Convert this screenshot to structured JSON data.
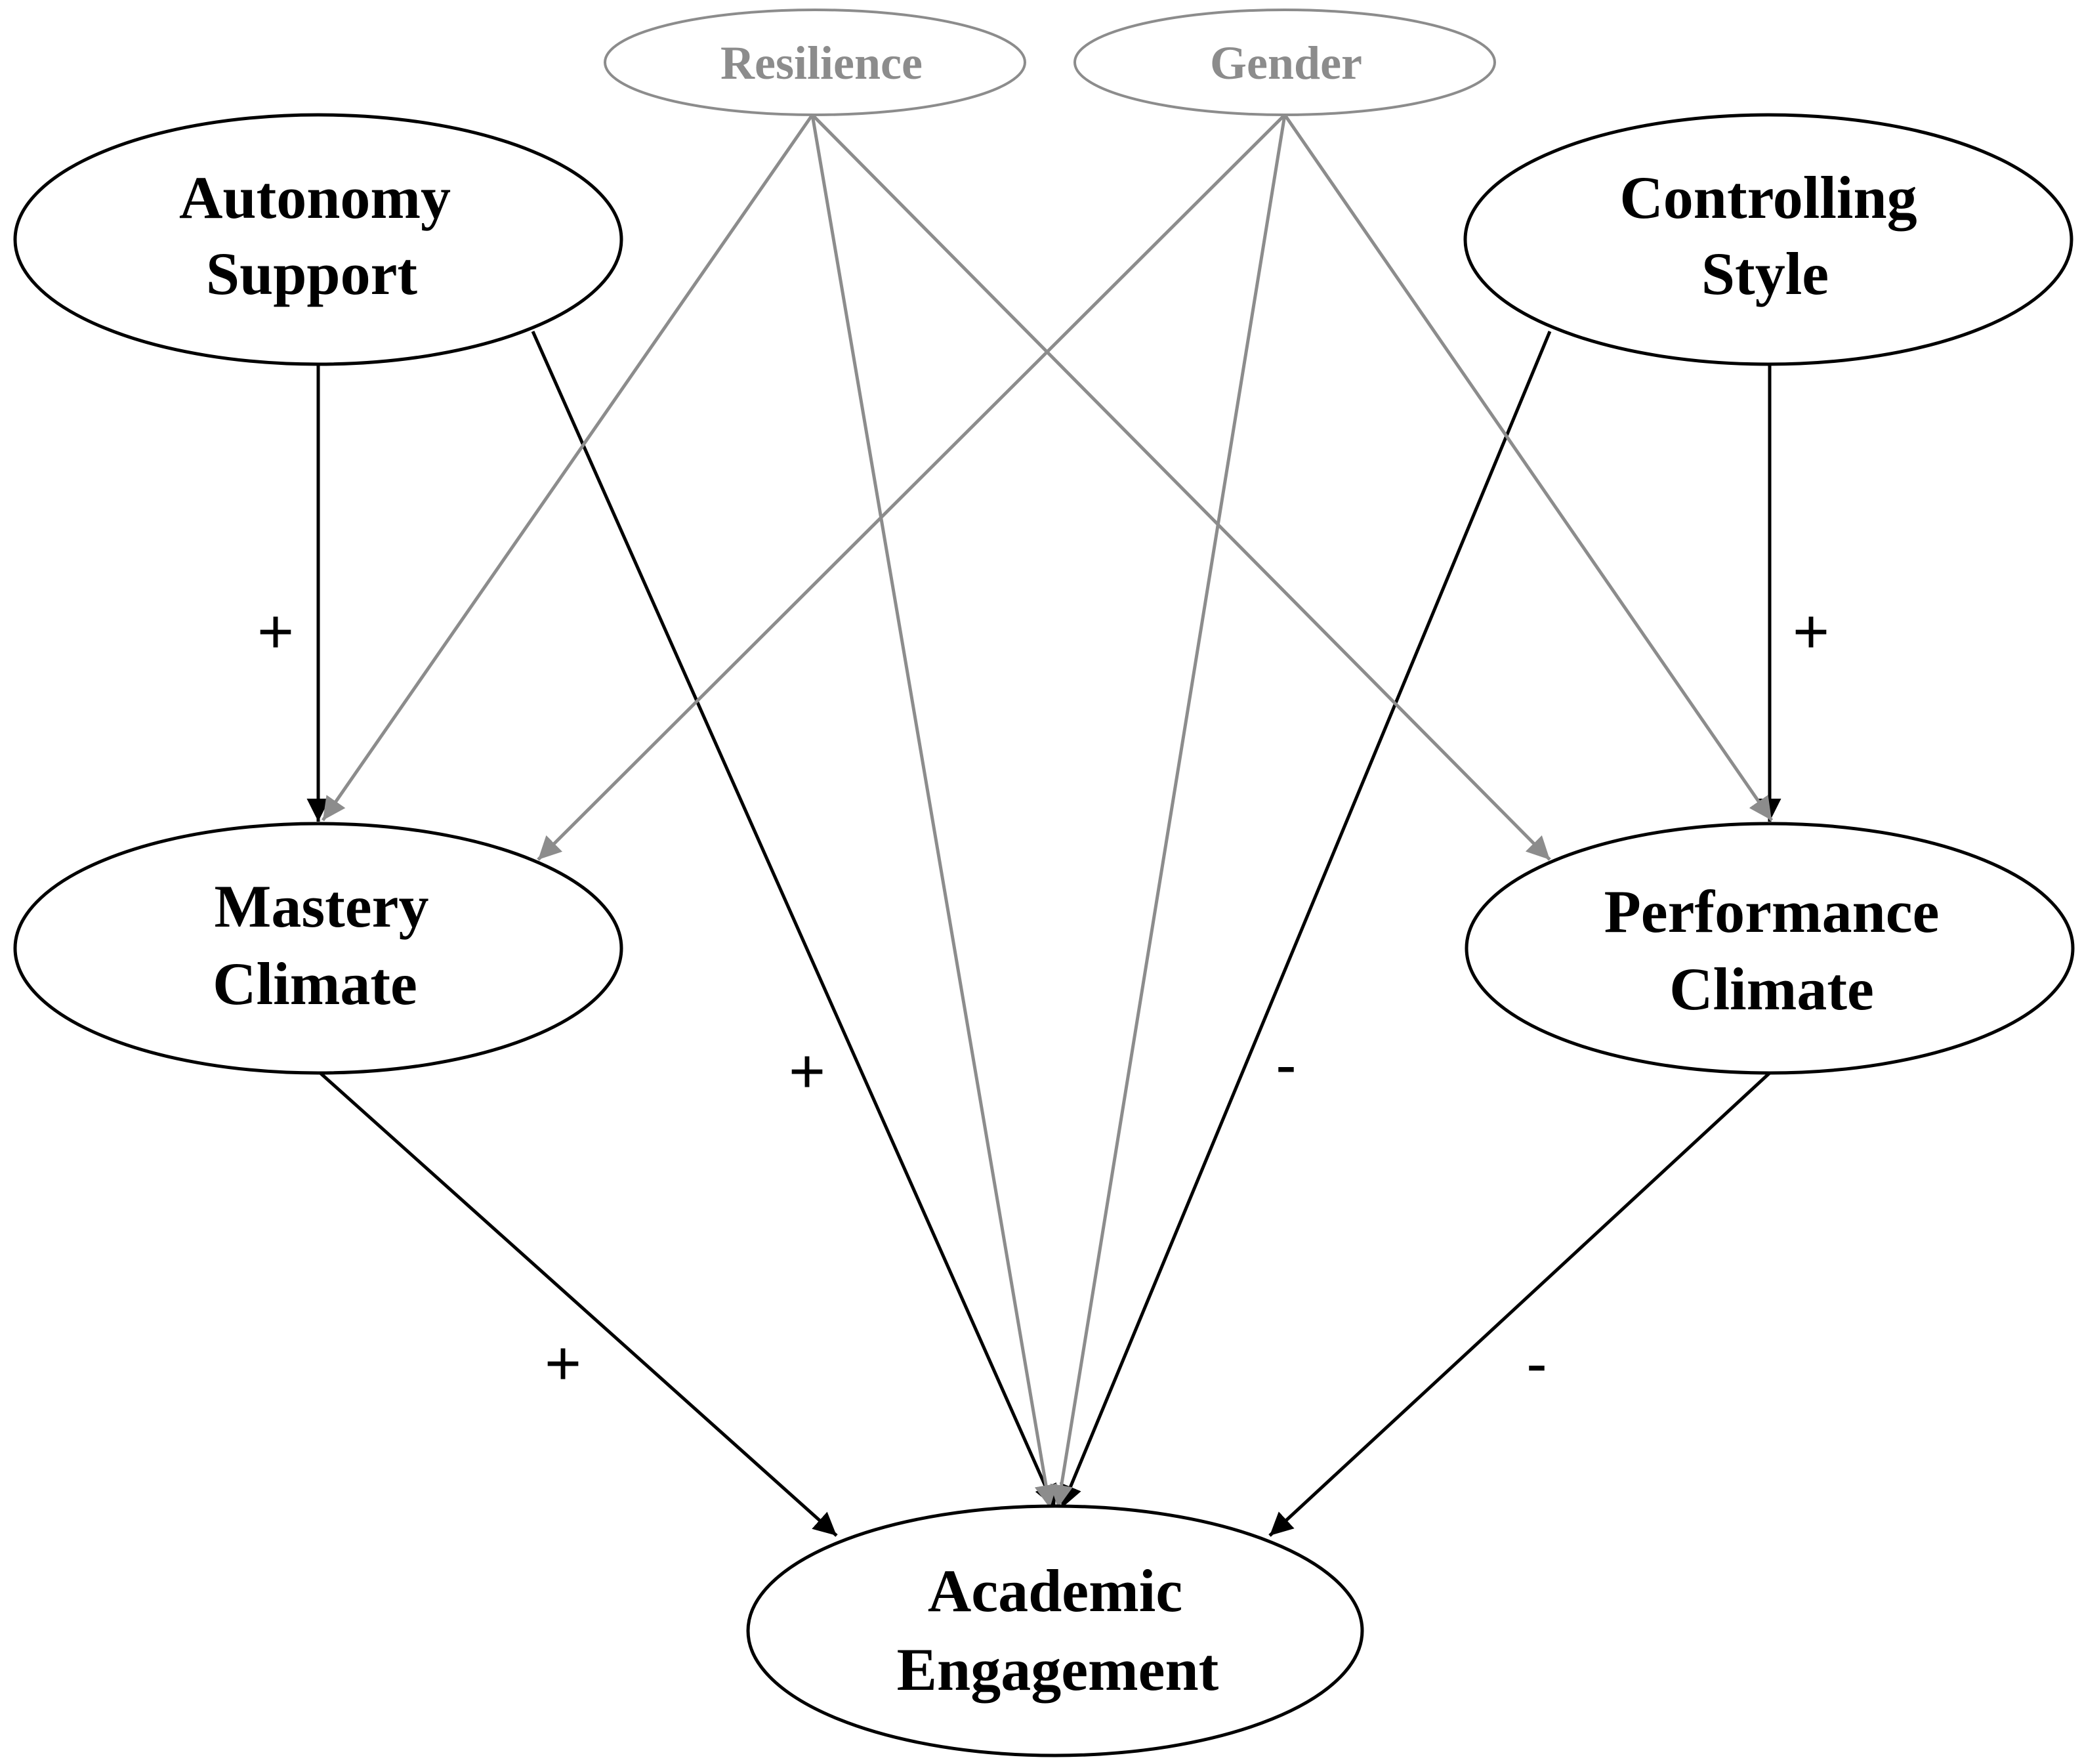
{
  "nodes": {
    "resilience": {
      "lines": [
        "Resilience"
      ]
    },
    "gender": {
      "lines": [
        "Gender"
      ]
    },
    "autonomy": {
      "lines": [
        "Autonomy",
        "Support"
      ]
    },
    "controlling": {
      "lines": [
        "Controlling",
        "Style"
      ]
    },
    "mastery": {
      "lines": [
        "Mastery",
        "Climate"
      ]
    },
    "performance": {
      "lines": [
        "Performance",
        "Climate"
      ]
    },
    "engagement": {
      "lines": [
        "Academic",
        "Engagement"
      ]
    }
  },
  "edges": [
    {
      "from": "autonomy",
      "to": "mastery",
      "sign": "+",
      "kind": "main"
    },
    {
      "from": "controlling",
      "to": "performance",
      "sign": "+",
      "kind": "main"
    },
    {
      "from": "autonomy",
      "to": "engagement",
      "sign": "+",
      "kind": "main"
    },
    {
      "from": "controlling",
      "to": "engagement",
      "sign": "-",
      "kind": "main"
    },
    {
      "from": "mastery",
      "to": "engagement",
      "sign": "+",
      "kind": "main"
    },
    {
      "from": "performance",
      "to": "engagement",
      "sign": "-",
      "kind": "main"
    },
    {
      "from": "resilience",
      "to": "mastery",
      "sign": "",
      "kind": "control"
    },
    {
      "from": "resilience",
      "to": "engagement",
      "sign": "",
      "kind": "control"
    },
    {
      "from": "resilience",
      "to": "performance",
      "sign": "",
      "kind": "control"
    },
    {
      "from": "gender",
      "to": "mastery",
      "sign": "",
      "kind": "control"
    },
    {
      "from": "gender",
      "to": "engagement",
      "sign": "",
      "kind": "control"
    },
    {
      "from": "gender",
      "to": "performance",
      "sign": "",
      "kind": "control"
    }
  ],
  "colors": {
    "main": "#000000",
    "control": "#8c8c8c"
  }
}
